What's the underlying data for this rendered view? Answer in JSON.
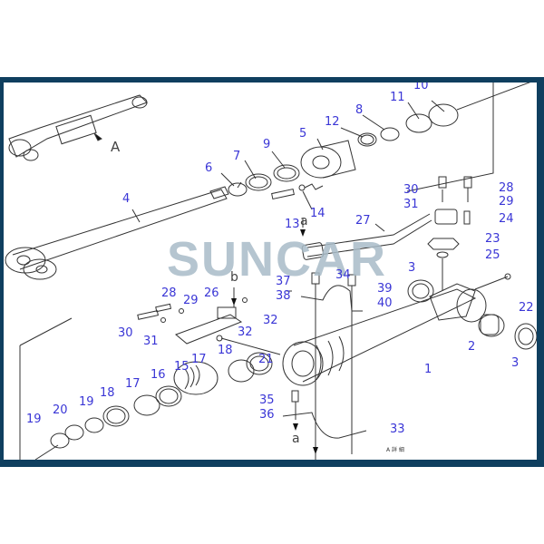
{
  "diagram": {
    "title": "Hydraulic cylinder exploded parts diagram",
    "watermark": "SUNCAR",
    "inset_view_label": "A",
    "reference_marks": {
      "a_top": "a",
      "a_bottom": "a",
      "b": "b"
    },
    "footer_caption": "A 詳 細",
    "colors": {
      "frame": "#0f3f5f",
      "labels": "#3a36d6",
      "watermark": "#a9bcc8",
      "lines": "#333333"
    },
    "callouts": [
      {
        "id": "c10",
        "text": "10"
      },
      {
        "id": "c11",
        "text": "11"
      },
      {
        "id": "c8",
        "text": "8"
      },
      {
        "id": "c12",
        "text": "12"
      },
      {
        "id": "c5",
        "text": "5"
      },
      {
        "id": "c9",
        "text": "9"
      },
      {
        "id": "c7",
        "text": "7"
      },
      {
        "id": "c6",
        "text": "6"
      },
      {
        "id": "c4",
        "text": "4"
      },
      {
        "id": "c13",
        "text": "13"
      },
      {
        "id": "c14",
        "text": "14"
      },
      {
        "id": "c27",
        "text": "27"
      },
      {
        "id": "c30a",
        "text": "30"
      },
      {
        "id": "c31a",
        "text": "31"
      },
      {
        "id": "c28a",
        "text": "28"
      },
      {
        "id": "c29a",
        "text": "29"
      },
      {
        "id": "c24",
        "text": "24"
      },
      {
        "id": "c23",
        "text": "23"
      },
      {
        "id": "c25",
        "text": "25"
      },
      {
        "id": "c3a",
        "text": "3"
      },
      {
        "id": "c37",
        "text": "37"
      },
      {
        "id": "c38",
        "text": "38"
      },
      {
        "id": "c34",
        "text": "34"
      },
      {
        "id": "c39",
        "text": "39"
      },
      {
        "id": "c40",
        "text": "40"
      },
      {
        "id": "c22",
        "text": "22"
      },
      {
        "id": "c2",
        "text": "2"
      },
      {
        "id": "c3b",
        "text": "3"
      },
      {
        "id": "c1",
        "text": "1"
      },
      {
        "id": "c28b",
        "text": "28"
      },
      {
        "id": "c29b",
        "text": "29"
      },
      {
        "id": "c26",
        "text": "26"
      },
      {
        "id": "c32a",
        "text": "32"
      },
      {
        "id": "c32b",
        "text": "32"
      },
      {
        "id": "c30b",
        "text": "30"
      },
      {
        "id": "c31b",
        "text": "31"
      },
      {
        "id": "c18a",
        "text": "18"
      },
      {
        "id": "c21",
        "text": "21"
      },
      {
        "id": "c17a",
        "text": "17"
      },
      {
        "id": "c15",
        "text": "15"
      },
      {
        "id": "c16",
        "text": "16"
      },
      {
        "id": "c17b",
        "text": "17"
      },
      {
        "id": "c18b",
        "text": "18"
      },
      {
        "id": "c19a",
        "text": "19"
      },
      {
        "id": "c20",
        "text": "20"
      },
      {
        "id": "c19b",
        "text": "19"
      },
      {
        "id": "c35",
        "text": "35"
      },
      {
        "id": "c36",
        "text": "36"
      },
      {
        "id": "c33",
        "text": "33"
      }
    ]
  }
}
